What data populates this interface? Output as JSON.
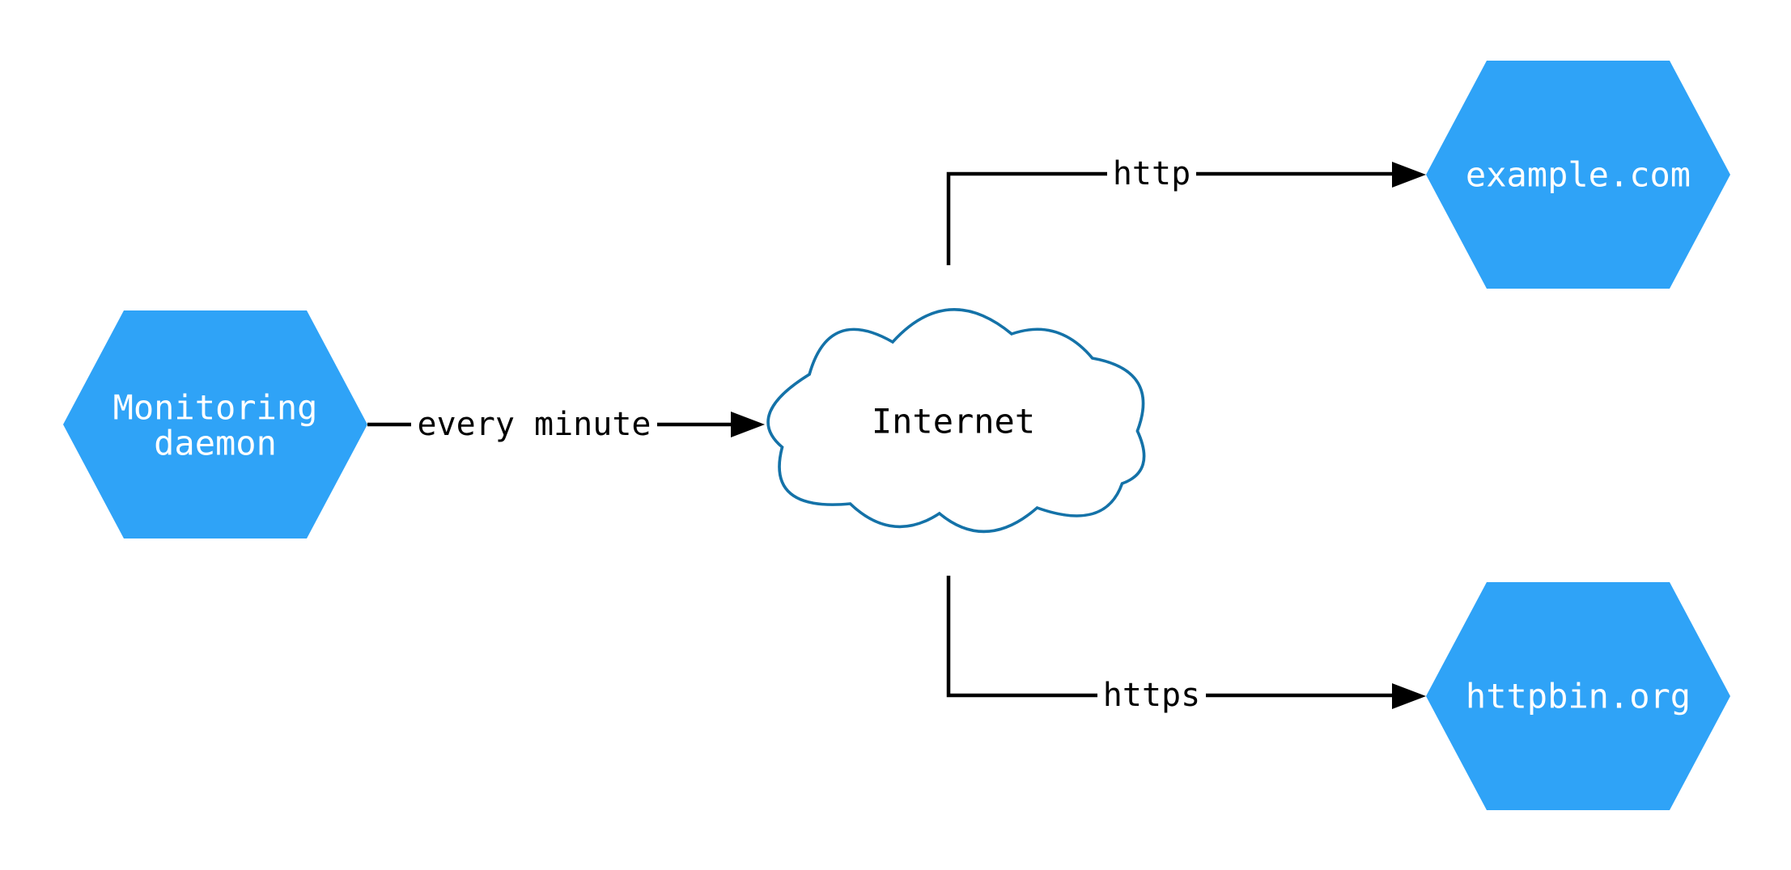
{
  "diagram": {
    "type": "network-monitoring-flow",
    "colors": {
      "background": "#ffffff",
      "node_fill": "#2fa3f7",
      "node_text": "#ffffff",
      "cloud_stroke": "#1472a8",
      "cloud_fill": "#ffffff",
      "edge_stroke": "#000000",
      "edge_label_text": "#000000"
    },
    "nodes": [
      {
        "id": "monitoring-daemon",
        "shape": "hexagon",
        "label_line1": "Monitoring",
        "label_line2": "daemon"
      },
      {
        "id": "internet",
        "shape": "cloud",
        "label": "Internet"
      },
      {
        "id": "example-com",
        "shape": "hexagon",
        "label": "example.com"
      },
      {
        "id": "httpbin-org",
        "shape": "hexagon",
        "label": "httpbin.org"
      }
    ],
    "edges": [
      {
        "from": "monitoring-daemon",
        "to": "internet",
        "label": "every minute"
      },
      {
        "from": "internet",
        "to": "example-com",
        "label": "http"
      },
      {
        "from": "internet",
        "to": "httpbin-org",
        "label": "https"
      }
    ]
  }
}
